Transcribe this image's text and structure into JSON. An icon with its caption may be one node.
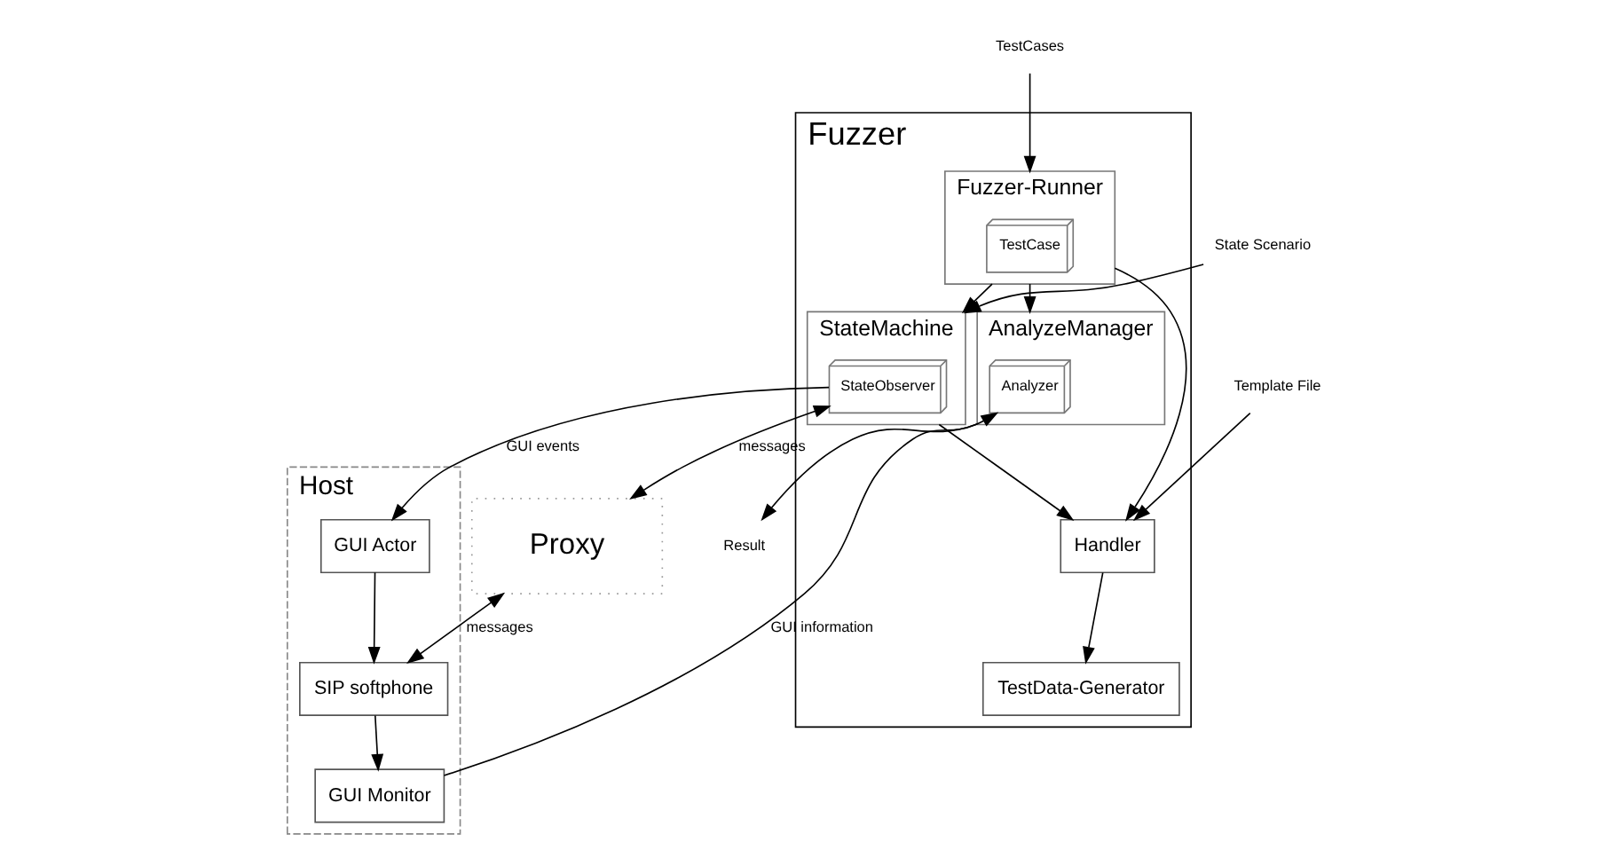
{
  "diagram": {
    "nodes": [
      {
        "text": [
          "Fuzzer"
        ]
      },
      {
        "text": [
          "TestData-Generator"
        ],
        "in": 0
      },
      {
        "text": [
          "Handler"
        ],
        "in": 0
      },
      {
        "text": [
          "Fuzzer-Runner"
        ],
        "in": 0
      },
      {
        "text": [
          "TestCase"
        ],
        "in": 3
      },
      {
        "text": [
          "StateMachine"
        ],
        "in": 0
      },
      {
        "text": [
          "StateObserver"
        ],
        "in": 5
      },
      {
        "text": [
          "AnalyzeManager"
        ],
        "in": 0
      },
      {
        "text": [
          "Analyzer"
        ],
        "in": 7
      },
      {
        "text": [
          "Proxy"
        ]
      },
      {
        "text": [
          "Host"
        ]
      },
      {
        "text": [
          "GUI Actor"
        ],
        "in": 10
      },
      {
        "text": [
          "SIP softphone"
        ],
        "in": 10
      },
      {
        "text": [
          "GUI Monitor"
        ],
        "in": 10
      },
      {
        "text": [
          "Template File"
        ]
      },
      {
        "text": [
          "State Scenario"
        ]
      },
      {
        "text": [
          "TestCases"
        ]
      },
      {
        "text": [
          "Result"
        ]
      }
    ],
    "edges": [
      {
        "from": 14,
        "to": 2,
        "arrow": "to"
      },
      {
        "from": 15,
        "to": 5,
        "arrow": "to"
      },
      {
        "from": 2,
        "to": 1,
        "arrow": "to"
      },
      {
        "from": 3,
        "to": 2,
        "arrow": "to"
      },
      {
        "from": 5,
        "to": 2,
        "arrow": "to"
      },
      {
        "from": 3,
        "to": 5,
        "arrow": "to"
      },
      {
        "from": 3,
        "to": 7,
        "arrow": "to"
      },
      {
        "from": 16,
        "to": 3,
        "arrow": "to"
      },
      {
        "from": 7,
        "to": 17,
        "arrow": "to"
      },
      {
        "from": 6,
        "to": 11,
        "arrow": "to",
        "label": "GUI events"
      },
      {
        "from": 6,
        "to": 9,
        "arrow": "both",
        "label": "messages"
      },
      {
        "from": 9,
        "to": 12,
        "arrow": "both",
        "label": "messages"
      },
      {
        "from": 11,
        "to": 12,
        "arrow": "to"
      },
      {
        "from": 12,
        "to": 13,
        "arrow": "to"
      },
      {
        "from": 13,
        "to": 8,
        "arrow": "to",
        "label": "GUI information"
      }
    ]
  }
}
